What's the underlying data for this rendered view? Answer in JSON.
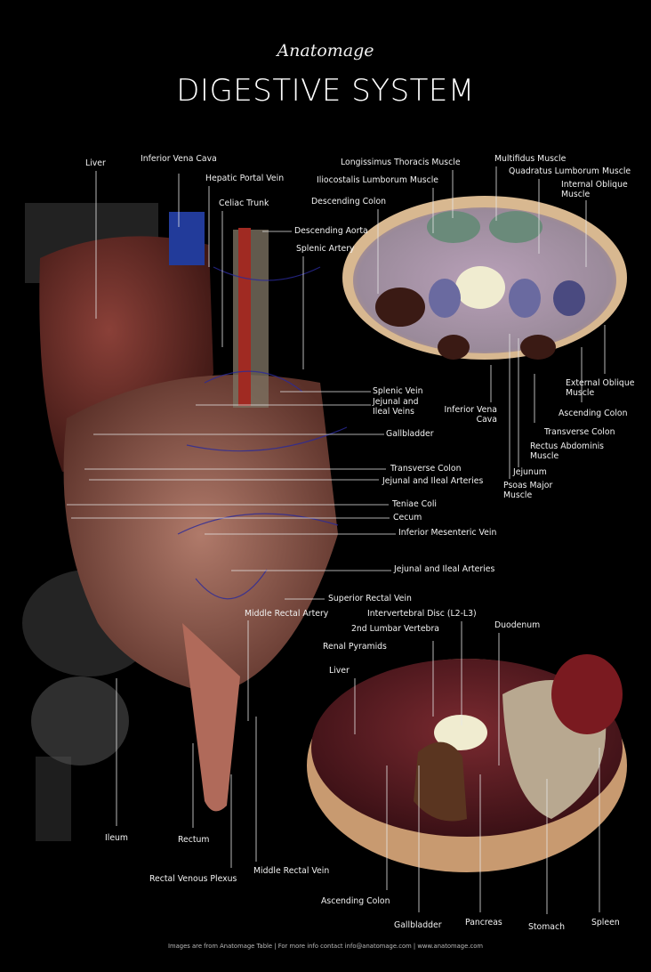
{
  "header": {
    "logo": "Anatomage",
    "title": "DIGESTIVE SYSTEM"
  },
  "left_figure_labels": {
    "liver": "Liver",
    "inferior_vena_cava": "Inferior Vena Cava",
    "hepatic_portal_vein": "Hepatic Portal Vein",
    "celiac_trunk": "Celiac Trunk",
    "descending_aorta": "Descending Aorta",
    "splenic_artery": "Splenic Artery",
    "splenic_vein": "Splenic Vein",
    "jejunal_ileal_veins_1": "Jejunal and",
    "jejunal_ileal_veins_2": "Ileal Veins",
    "gallbladder": "Gallbladder",
    "transverse_colon": "Transverse Colon",
    "jejunal_ileal_arteries_1": "Jejunal and Ileal Arteries",
    "teniae_coli": "Teniae Coli",
    "cecum": "Cecum",
    "inferior_mesenteric_vein": "Inferior Mesenteric Vein",
    "jejunal_ileal_arteries_2": "Jejunal and Ileal Arteries",
    "superior_rectal_vein": "Superior Rectal Vein",
    "middle_rectal_artery": "Middle Rectal Artery",
    "ileum": "Ileum",
    "rectum": "Rectum",
    "rectal_venous_plexus": "Rectal Venous Plexus",
    "middle_rectal_vein": "Middle Rectal Vein"
  },
  "cross_section_labels": {
    "longissimus": "Longissimus Thoracis Muscle",
    "iliocostalis": "Iliocostalis Lumborum Muscle",
    "descending_colon": "Descending Colon",
    "multifidus": "Multifidus Muscle",
    "quadratus": "Quadratus Lumborum Muscle",
    "internal_oblique_1": "Internal Oblique",
    "internal_oblique_2": "Muscle",
    "external_oblique_1": "External Oblique",
    "external_oblique_2": "Muscle",
    "ascending_colon": "Ascending Colon",
    "transverse_colon": "Transverse Colon",
    "rectus_1": "Rectus Abdominis",
    "rectus_2": "Muscle",
    "jejunum": "Jejunum",
    "ivc_1": "Inferior Vena",
    "ivc_2": "Cava",
    "psoas_1": "Psoas Major",
    "psoas_2": "Muscle"
  },
  "slice_labels": {
    "disc": "Intervertebral Disc (L2-L3)",
    "vertebra": "2nd Lumbar Vertebra",
    "duodenum": "Duodenum",
    "renal_pyramids": "Renal Pyramids",
    "liver": "Liver",
    "ascending_colon": "Ascending Colon",
    "gallbladder": "Gallbladder",
    "pancreas": "Pancreas",
    "stomach": "Stomach",
    "spleen": "Spleen"
  },
  "footer": "Images are from Anatomage Table  |  For more info contact info@anatomage.com  |  www.anatomage.com"
}
